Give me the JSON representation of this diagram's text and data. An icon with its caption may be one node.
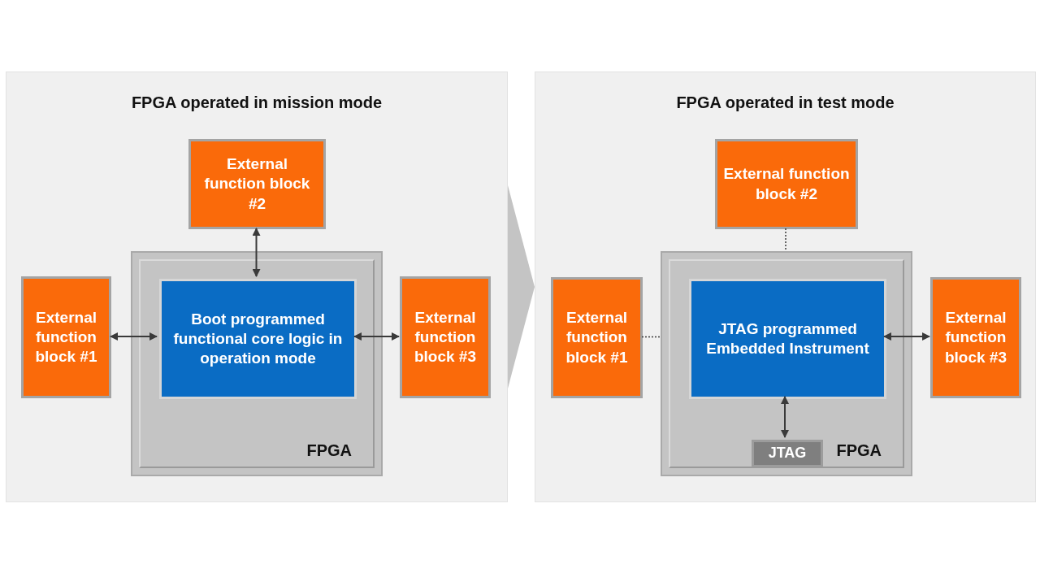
{
  "diagram": {
    "nodes": [
      {
        "text": [
          "FPGA operated in mission mode"
        ]
      },
      {
        "text": [
          "FPGA"
        ],
        "in": 0
      },
      {
        "text": [
          "External function block #2"
        ],
        "in": 0
      },
      {
        "text": [
          "External function block #1"
        ],
        "in": 0
      },
      {
        "text": [
          "Boot programmed functional core logic in operation mode"
        ],
        "in": 1
      },
      {
        "text": [
          "External function block #3"
        ],
        "in": 0
      },
      {
        "text": [
          "FPGA operated in test mode"
        ]
      },
      {
        "text": [
          "FPGA"
        ],
        "in": 6
      },
      {
        "text": [
          "External function block #2"
        ],
        "in": 6
      },
      {
        "text": [
          "External function block #1"
        ],
        "in": 6
      },
      {
        "text": [
          "JTAG programmed Embedded Instrument"
        ],
        "in": 7
      },
      {
        "text": [
          "External function block #3"
        ],
        "in": 6
      },
      {
        "text": [
          "JTAG"
        ],
        "in": 7
      }
    ],
    "edges": [
      {
        "from": 0,
        "to": 6,
        "arrow": "to",
        "style": "thick",
        "color": "#c4c4c4"
      },
      {
        "from": 2,
        "to": 4,
        "arrow": "both"
      },
      {
        "from": 3,
        "to": 4,
        "arrow": "both"
      },
      {
        "from": 4,
        "to": 5,
        "arrow": "both"
      },
      {
        "from": 8,
        "to": 7,
        "arrow": "none",
        "style": "dashed"
      },
      {
        "from": 9,
        "to": 7,
        "arrow": "none",
        "style": "dashed"
      },
      {
        "from": 10,
        "to": 11,
        "arrow": "both"
      },
      {
        "from": 10,
        "to": 12,
        "arrow": "both"
      }
    ]
  }
}
